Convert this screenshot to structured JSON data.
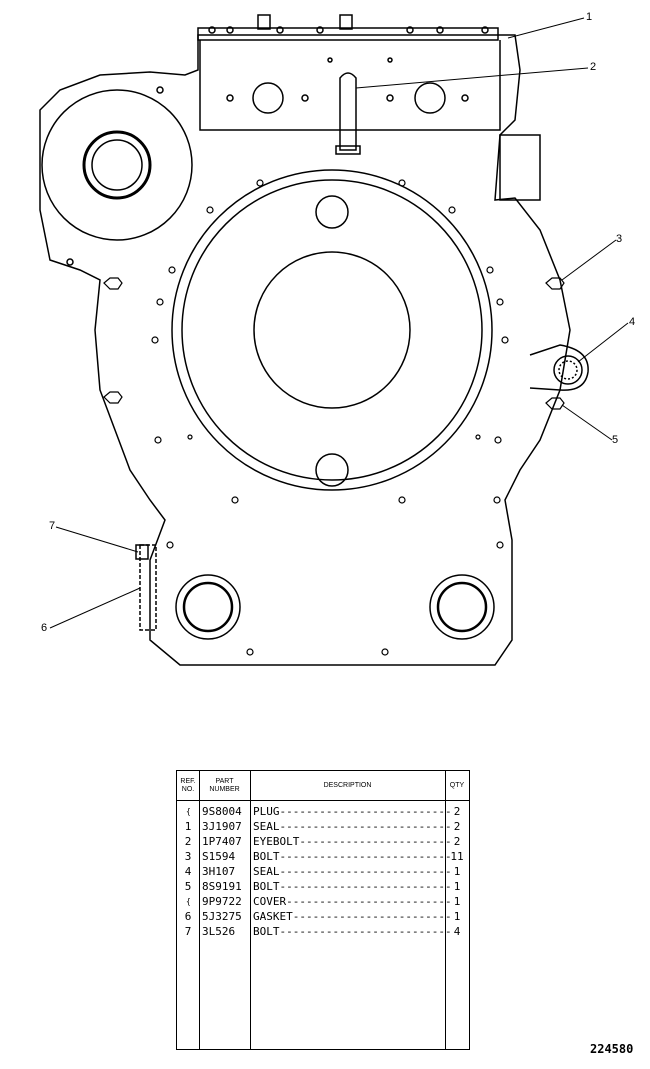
{
  "callouts": [
    "1",
    "2",
    "3",
    "4",
    "5",
    "6",
    "7"
  ],
  "table": {
    "headers": {
      "ref": [
        "REF.",
        "NO."
      ],
      "part": [
        "PART",
        "NUMBER"
      ],
      "description": "DESCRIPTION",
      "qty": "QTY"
    },
    "rows": [
      {
        "ref": "",
        "part": "9S8004",
        "description": "PLUG",
        "qty": "2"
      },
      {
        "ref": "1",
        "part": "3J1907",
        "description": "SEAL",
        "qty": "2"
      },
      {
        "ref": "2",
        "part": "1P7407",
        "description": "EYEBOLT",
        "qty": "2"
      },
      {
        "ref": "3",
        "part": "S1594",
        "description": "BOLT",
        "qty": "11"
      },
      {
        "ref": "4",
        "part": "3H107",
        "description": "SEAL",
        "qty": "1"
      },
      {
        "ref": "5",
        "part": "8S9191",
        "description": "BOLT",
        "qty": "1"
      },
      {
        "ref": "",
        "part": "9P9722",
        "description": "COVER",
        "qty": "1"
      },
      {
        "ref": "6",
        "part": "5J3275",
        "description": "GASKET",
        "qty": "1"
      },
      {
        "ref": "7",
        "part": "3L526",
        "description": "BOLT",
        "qty": "4"
      }
    ]
  },
  "drawing_number": "224580"
}
